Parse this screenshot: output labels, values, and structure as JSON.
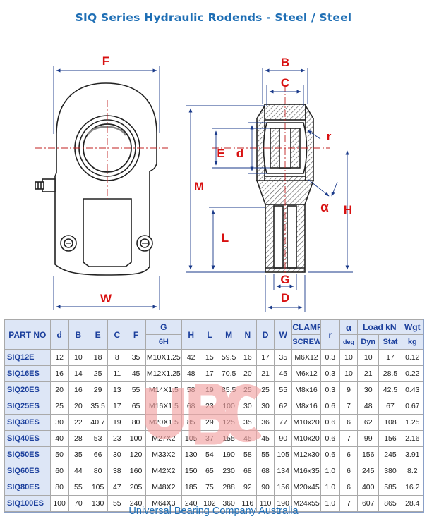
{
  "title": "SIQ Series Hydraulic Rodends - Steel / Steel",
  "footer": "Universal Bearing Company Australia",
  "watermark_text": "UBC",
  "drawing_labels": {
    "F": "F",
    "W": "W",
    "B": "B",
    "C": "C",
    "E": "E",
    "d": "d",
    "r": "r",
    "M": "M",
    "L": "L",
    "H": "H",
    "G": "G",
    "D": "D",
    "alpha": "α"
  },
  "colors": {
    "title": "#1f6fb5",
    "dimension_text": "#d81010",
    "header_bg": "#dde6f6",
    "header_text": "#1b3f9c",
    "watermark": "#f2a3a3"
  },
  "table": {
    "headers": {
      "part_no": "PART NO",
      "d": "d",
      "B": "B",
      "E": "E",
      "C": "C",
      "F": "F",
      "G": "G",
      "G_sub": "6H",
      "H": "H",
      "L": "L",
      "M": "M",
      "N": "N",
      "D": "D",
      "W": "W",
      "clamp": "CLAMP",
      "clamp_sub": "SCREW",
      "r": "r",
      "alpha": "α",
      "alpha_sub": "deg",
      "load": "Load kN",
      "dyn": "Dyn",
      "stat": "Stat",
      "wgt": "Wgt",
      "wgt_sub": "kg"
    },
    "rows": [
      [
        "SIQ12E",
        "12",
        "10",
        "18",
        "8",
        "35",
        "M10X1.25",
        "42",
        "15",
        "59.5",
        "16",
        "17",
        "35",
        "M6X12",
        "0.3",
        "10",
        "10",
        "17",
        "0.12"
      ],
      [
        "SIQ16ES",
        "16",
        "14",
        "25",
        "11",
        "45",
        "M12X1.25",
        "48",
        "17",
        "70.5",
        "20",
        "21",
        "45",
        "M6x12",
        "0.3",
        "10",
        "21",
        "28.5",
        "0.22"
      ],
      [
        "SIQ20ES",
        "20",
        "16",
        "29",
        "13",
        "55",
        "M14X1.5",
        "58",
        "19",
        "85.5",
        "25",
        "25",
        "55",
        "M8x16",
        "0.3",
        "9",
        "30",
        "42.5",
        "0.43"
      ],
      [
        "SIQ25ES",
        "25",
        "20",
        "35.5",
        "17",
        "65",
        "M16X1.5",
        "68",
        "23",
        "100",
        "30",
        "30",
        "62",
        "M8x16",
        "0.6",
        "7",
        "48",
        "67",
        "0.67"
      ],
      [
        "SIQ30ES",
        "30",
        "22",
        "40.7",
        "19",
        "80",
        "M20X1.5",
        "85",
        "29",
        "125",
        "35",
        "36",
        "77",
        "M10x20",
        "0.6",
        "6",
        "62",
        "108",
        "1.25"
      ],
      [
        "SIQ40ES",
        "40",
        "28",
        "53",
        "23",
        "100",
        "M27X2",
        "105",
        "37",
        "155",
        "45",
        "45",
        "90",
        "M10x20",
        "0.6",
        "7",
        "99",
        "156",
        "2.16"
      ],
      [
        "SIQ50ES",
        "50",
        "35",
        "66",
        "30",
        "120",
        "M33X2",
        "130",
        "54",
        "190",
        "58",
        "55",
        "105",
        "M12x30",
        "0.6",
        "6",
        "156",
        "245",
        "3.91"
      ],
      [
        "SIQ60ES",
        "60",
        "44",
        "80",
        "38",
        "160",
        "M42X2",
        "150",
        "65",
        "230",
        "68",
        "68",
        "134",
        "M16x35",
        "1.0",
        "6",
        "245",
        "380",
        "8.2"
      ],
      [
        "SIQ80ES",
        "80",
        "55",
        "105",
        "47",
        "205",
        "M48X2",
        "185",
        "75",
        "288",
        "92",
        "90",
        "156",
        "M20x45",
        "1.0",
        "6",
        "400",
        "585",
        "16.2"
      ],
      [
        "SIQ100ES",
        "100",
        "70",
        "130",
        "55",
        "240",
        "M64X3",
        "240",
        "102",
        "360",
        "116",
        "110",
        "190",
        "M24x55",
        "1.0",
        "7",
        "607",
        "865",
        "28.4"
      ]
    ]
  }
}
